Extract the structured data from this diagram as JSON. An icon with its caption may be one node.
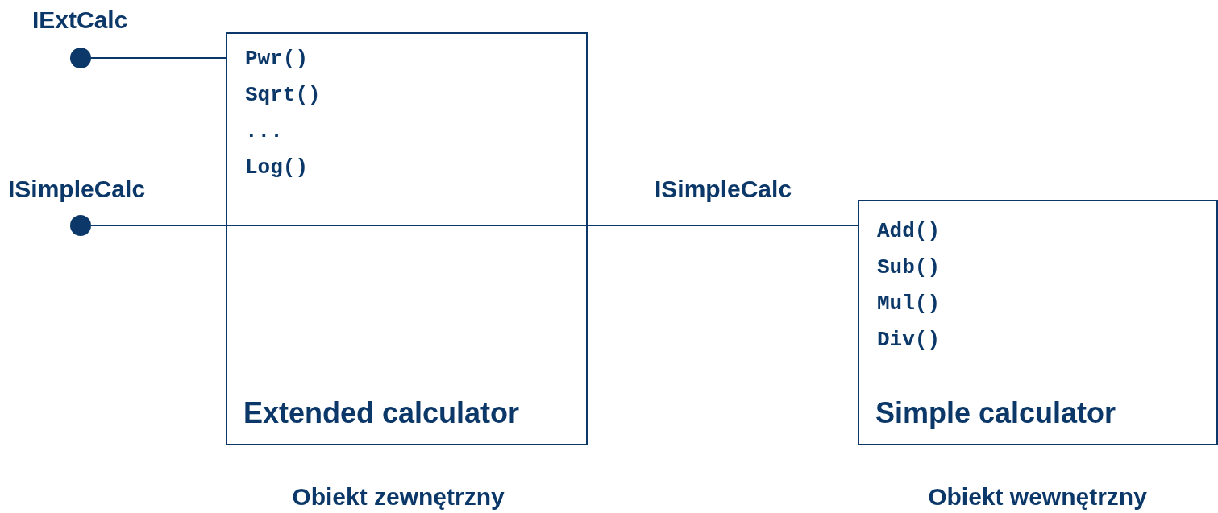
{
  "diagram": {
    "nodes": [
      {
        "text": [
          "Pwr()",
          "Sqrt()",
          "...",
          "Log()",
          "Extended calculator"
        ],
        "beside": [
          "Obiekt zewnętrzny"
        ]
      },
      {
        "text": [
          "Add()",
          "Sub()",
          "Mul()",
          "Div()",
          "Simple calculator"
        ],
        "beside": [
          "Obiekt wewnętrzny"
        ]
      },
      {
        "text": [
          "IExtCalc"
        ]
      },
      {
        "text": [
          "ISimpleCalc"
        ]
      }
    ],
    "edges": [
      {
        "from": 2,
        "to": 0,
        "arrow": "none"
      },
      {
        "from": 3,
        "to": 0,
        "arrow": "none"
      },
      {
        "from": 0,
        "to": 1,
        "arrow": "none",
        "label": "ISimpleCalc"
      }
    ]
  }
}
